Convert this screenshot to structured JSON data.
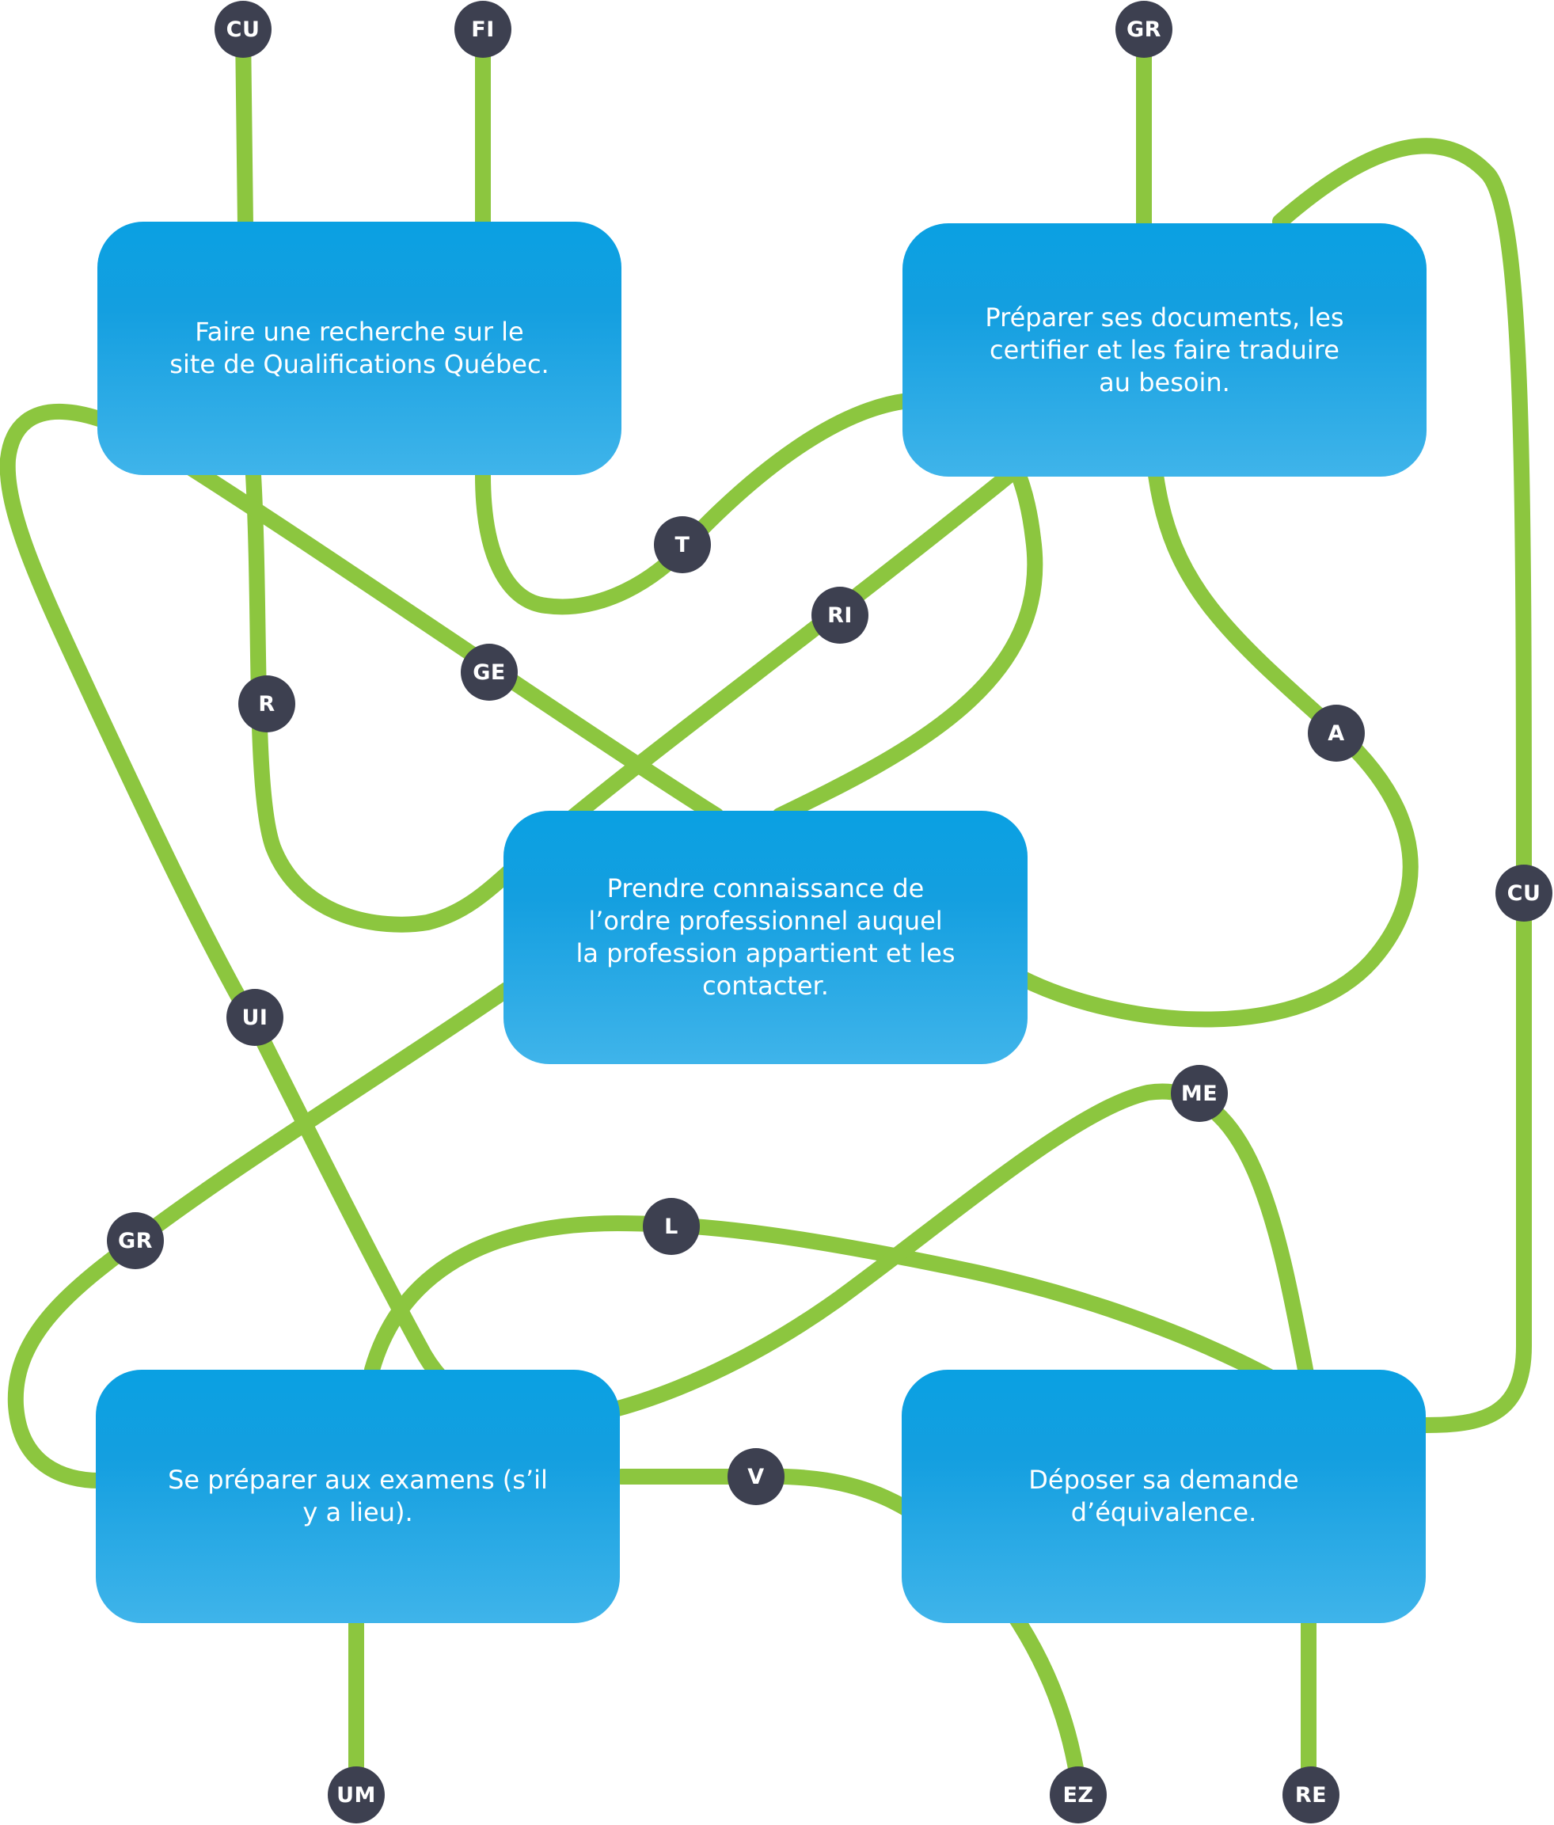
{
  "colors": {
    "line": "#8cc63f",
    "node": "#3d4050",
    "box_top": "#0aa0e2",
    "box_bottom": "#3fb4ea",
    "text": "#ffffff"
  },
  "steps": [
    {
      "text": "Faire une recherche sur le site de Qualifications Québec."
    },
    {
      "text": "Préparer ses documents, les certifier et les faire traduire au besoin."
    },
    {
      "text": "Prendre connaissance de l’ordre professionnel auquel la profession appartient et les contacter."
    },
    {
      "text": "Se préparer aux examens (s’il y a lieu)."
    },
    {
      "text": "Déposer sa demande d’équivalence."
    }
  ],
  "nodes": [
    {
      "label": "CU"
    },
    {
      "label": "FI"
    },
    {
      "label": "GR"
    },
    {
      "label": "T"
    },
    {
      "label": "RI"
    },
    {
      "label": "GE"
    },
    {
      "label": "R"
    },
    {
      "label": "A"
    },
    {
      "label": "CU"
    },
    {
      "label": "UI"
    },
    {
      "label": "ME"
    },
    {
      "label": "L"
    },
    {
      "label": "GR"
    },
    {
      "label": "V"
    },
    {
      "label": "UM"
    },
    {
      "label": "EZ"
    },
    {
      "label": "RE"
    }
  ]
}
